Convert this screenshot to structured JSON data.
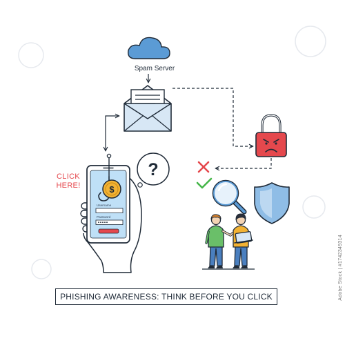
{
  "diagram": {
    "server_label": "Spam Server",
    "click_line_1": "CLICK",
    "click_line_2": "HERE!",
    "form_username_label": "Username",
    "form_password_label": "Password",
    "caption": "PHISHING AWARENESS: THINK BEFORE YOU CLICK"
  },
  "watermark_id": "Adobe Stock | #1742349314",
  "icons": {
    "cloud": "cloud-icon",
    "envelope": "envelope-icon",
    "padlock": "angry-padlock-icon",
    "shield": "shield-icon",
    "magnifier": "magnifier-icon",
    "cross": "cross-icon",
    "check": "check-icon",
    "question": "question-bubble-icon",
    "hook": "fishing-hook-icon",
    "coin": "dollar-coin-icon"
  },
  "colors": {
    "outline": "#1f2a37",
    "cloud": "#5b9bd5",
    "alert_red": "#e5484d",
    "check_green": "#45b649",
    "coin_gold": "#f2b233",
    "phone_blue": "#bfe0f7",
    "skin": "#f3d3b3"
  }
}
